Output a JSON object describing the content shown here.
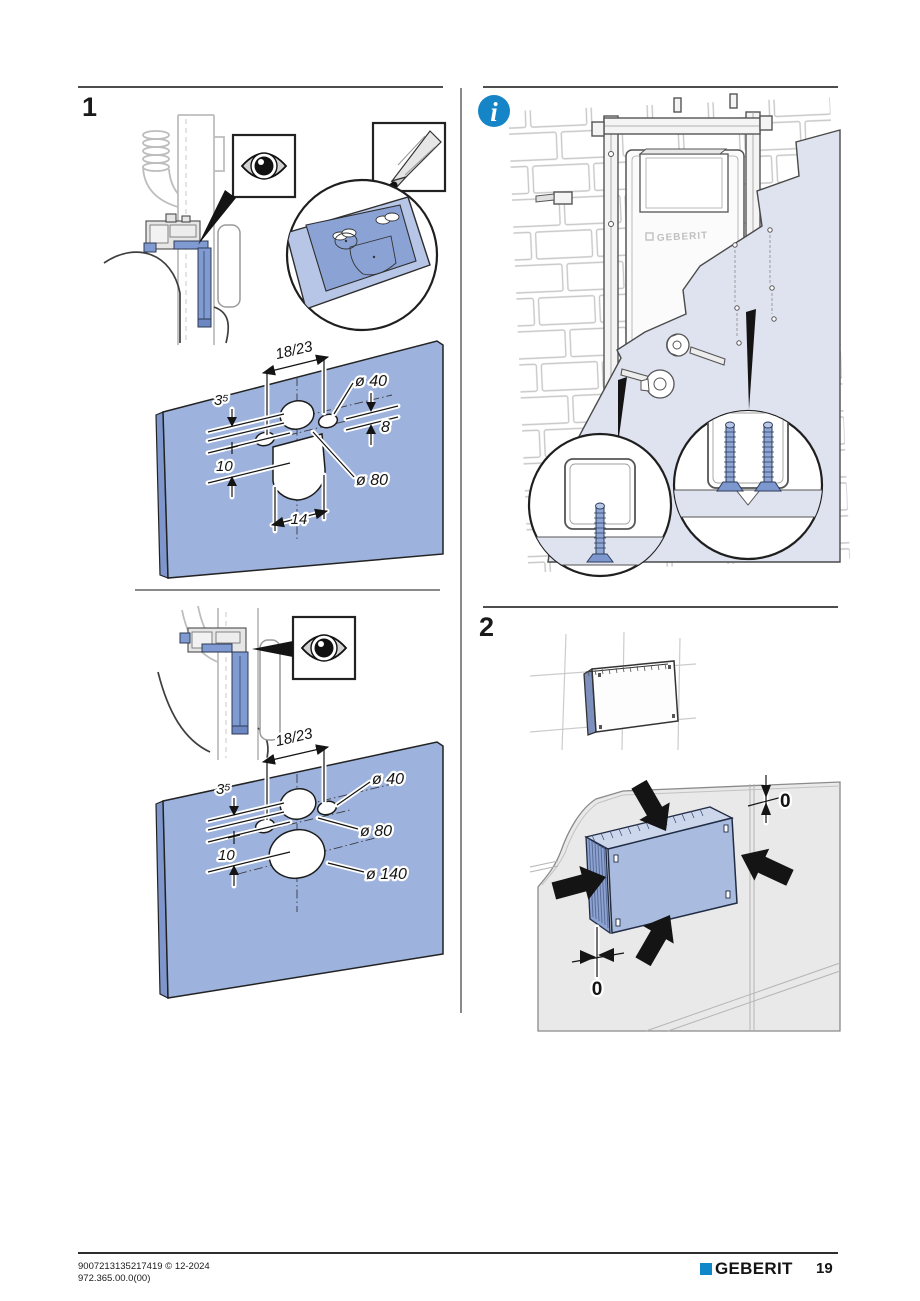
{
  "page": {
    "step1_label": "1",
    "step2_label": "2",
    "page_number": "19",
    "footer_line1": "9007213135217419 © 12-2024",
    "footer_line2": "972.365.00.0(00)"
  },
  "brand": {
    "logo_text": "GEBERIT",
    "frame_label": "GEBERIT"
  },
  "info_icon": {
    "glyph": "i"
  },
  "template1": {
    "dim_width": "18/23",
    "dim_d40": "ø 40",
    "dim_35": "3⁵",
    "dim_8": "8",
    "dim_10": "10",
    "dim_d80": "ø 80",
    "dim_14": "14"
  },
  "template2": {
    "dim_width": "18/23",
    "dim_35": "3⁵",
    "dim_d40": "ø 40",
    "dim_d80": "ø 80",
    "dim_10": "10",
    "dim_d140": "ø 140"
  },
  "step2": {
    "dim_zero_top": "0",
    "dim_zero_left": "0"
  },
  "colors": {
    "plate_blue": "#9db3dd",
    "plate_blue_dark": "#7e96cb",
    "template_blue": "#8ba2d5",
    "panel_lavender": "#dfe2ef",
    "screw_blue": "#8fa7d6",
    "info_blue": "#1585c8",
    "logo_blue": "#0f87c9"
  }
}
